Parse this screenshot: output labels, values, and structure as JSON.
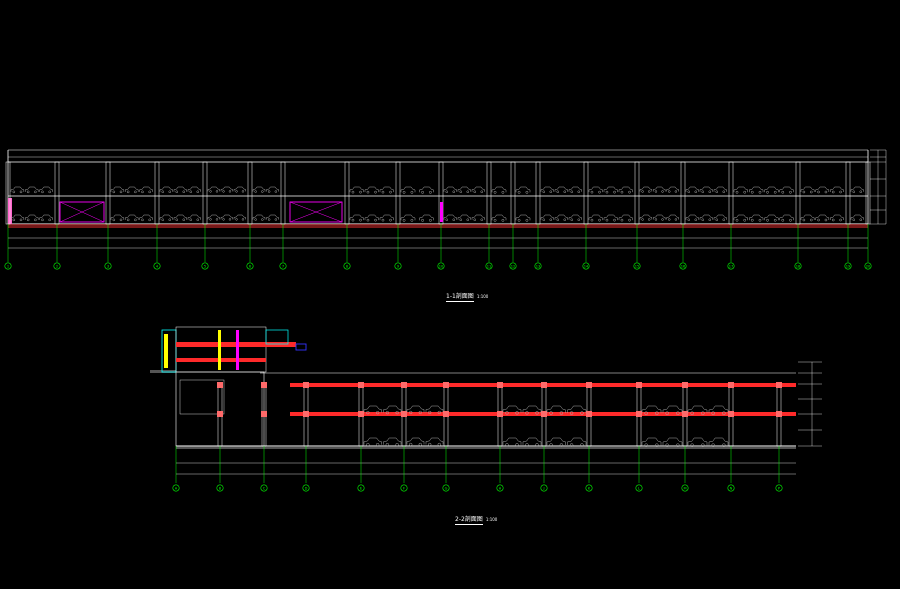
{
  "section1": {
    "title": "1-1剖面图",
    "scale": "1:100",
    "grid_labels": [
      "1",
      "2",
      "3",
      "4",
      "5",
      "6",
      "7",
      "8",
      "9",
      "10",
      "11",
      "12",
      "13",
      "14",
      "15",
      "16",
      "17",
      "18",
      "19",
      "20"
    ]
  },
  "section2": {
    "title": "2-2剖面图",
    "scale": "1:100",
    "grid_labels": [
      "A",
      "B",
      "C",
      "D",
      "E",
      "F",
      "G",
      "H",
      "J",
      "K",
      "L",
      "M",
      "N",
      "P"
    ]
  },
  "colors": {
    "background": "#000000",
    "frame": "#ffffff",
    "grid": "#00ff00",
    "beam": "#ff2a2a",
    "wall": "#ff66cc",
    "magenta": "#ff00ff",
    "cyan": "#00ffff",
    "yellow": "#ffff00",
    "blue": "#3333ff",
    "car": "#aaaaaa",
    "ground": "#aa2222"
  }
}
